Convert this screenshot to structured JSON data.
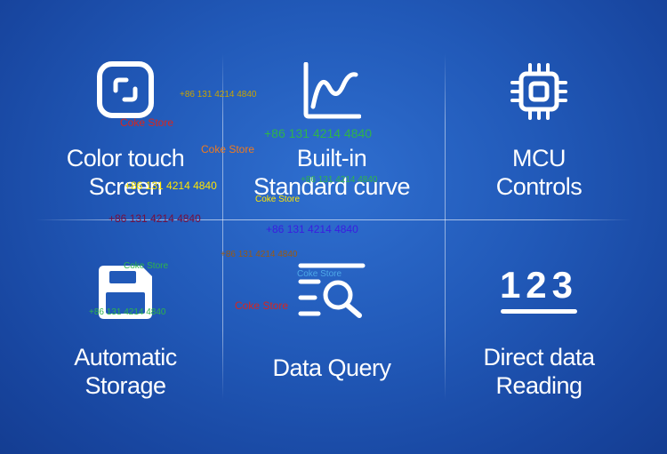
{
  "features": [
    {
      "id": "color-touch",
      "lines": [
        "Color touch",
        "Screen"
      ],
      "icon": "touch-screen-frame-icon"
    },
    {
      "id": "built-in",
      "lines": [
        "Built-in",
        "Standard curve"
      ],
      "icon": "curve-graph-icon"
    },
    {
      "id": "mcu",
      "lines": [
        "MCU",
        "Controls"
      ],
      "icon": "chip-icon"
    },
    {
      "id": "storage",
      "lines": [
        "Automatic",
        "Storage"
      ],
      "icon": "floppy-disk-icon"
    },
    {
      "id": "query",
      "lines": [
        "Data Query"
      ],
      "icon": "search-list-icon"
    },
    {
      "id": "reading",
      "lines": [
        "Direct data",
        "Reading"
      ],
      "icon": "digits-123-icon"
    }
  ],
  "reading_digits": "123",
  "watermarks": {
    "phone": "+86 131 4214 4840",
    "store": "Coke Store"
  },
  "colors": {
    "background": "#2159b8",
    "text": "#ffffff"
  }
}
